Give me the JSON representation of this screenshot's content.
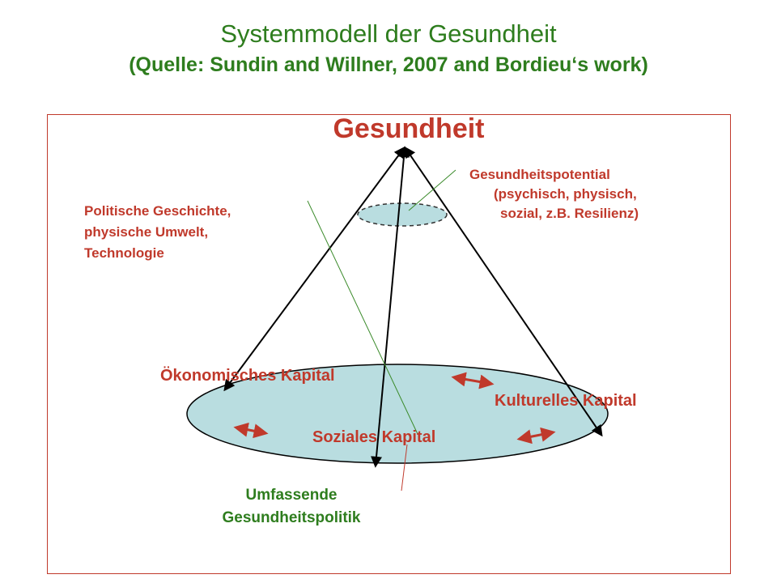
{
  "title": "Systemmodell der Gesundheit",
  "subtitle": "(Quelle: Sundin and Willner, 2007 and Bordieu‘s work)",
  "diagram": {
    "apex_label": "Gesundheit",
    "health_potential": {
      "line1": "Gesundheitspotential",
      "line2": "(psychisch, physisch,",
      "line3": "sozial, z.B. Resilienz)"
    },
    "context": {
      "line1": "Politische Geschichte,",
      "line2": "physische Umwelt,",
      "line3": "Technologie"
    },
    "capitals": {
      "economic": "Ökonomisches Kapital",
      "cultural": "Kulturelles Kapital",
      "social": "Soziales Kapital"
    },
    "policy": {
      "line1": "Umfassende",
      "line2": "Gesundheitspolitik"
    }
  },
  "colors": {
    "title_green": "#2e7d1e",
    "label_red": "#c0392b",
    "ellipse_fill": "#b9dde0"
  }
}
